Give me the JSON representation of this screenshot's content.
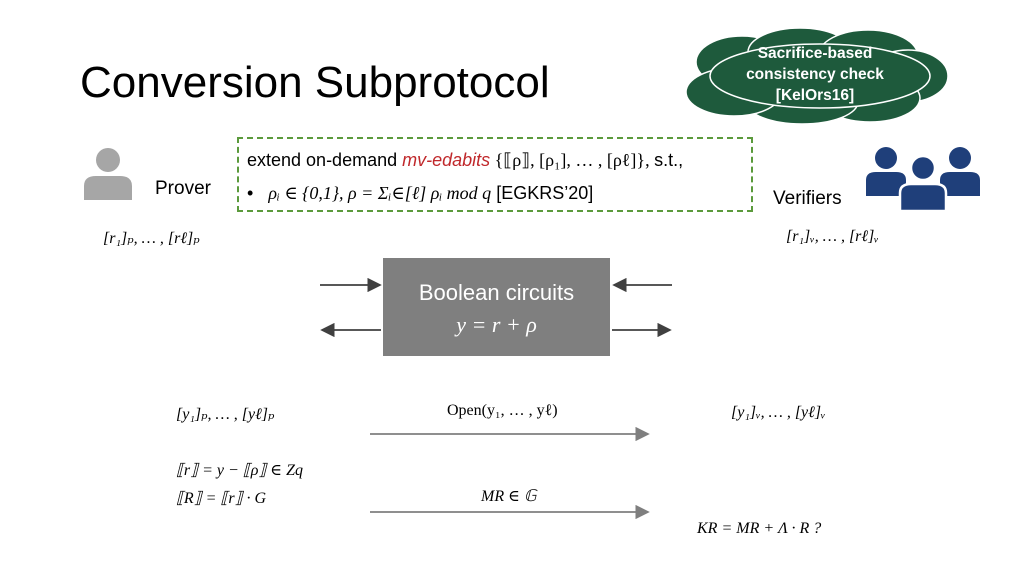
{
  "title": "Conversion Subprotocol",
  "cloud": {
    "line1": "Sacrifice-based",
    "line2": "consistency check",
    "line3": "[KelOrs16]",
    "color": "#1e5a3c"
  },
  "prover": {
    "label": "Prover",
    "icon": "person-icon",
    "shares": "[r₁]ₚ, … , [rℓ]ₚ",
    "y_shares": "[y₁]ₚ, … , [yℓ]ₚ",
    "r_eq": "⟦r⟧ = y − ⟦ρ⟧ ∈ Zq",
    "R_eq": "⟦R⟧ = ⟦r⟧ · G"
  },
  "verifiers": {
    "label": "Verifiers",
    "icon": "group-icon",
    "shares": "[r₁]ᵥ, … , [rℓ]ᵥ",
    "y_shares": "[y₁]ᵥ, … , [yℓ]ᵥ",
    "kr_eq": "KR = MR + Λ · R ?",
    "color": "#1f3f7a"
  },
  "extend": {
    "prefix": "extend on-demand ",
    "highlight": "mv-edabits",
    "set": " {⟦ρ⟧, [ρ₁], … , [ρℓ]}, ",
    "suffix": "s.t.,",
    "bullet": "•",
    "condition": "ρᵢ ∈ {0,1}, ρ = Σᵢ∈[ℓ] ρᵢ  mod q",
    "cite": " [EGKRS’20]",
    "border_color": "#5b9a3c",
    "highlight_color": "#c0282b"
  },
  "circuit": {
    "label": "Boolean circuits",
    "equation": "y = r + ρ",
    "color": "#7f7f7f"
  },
  "messages": {
    "open": "Open(y₁, … , yℓ)",
    "mr": "MR ∈ 𝔾"
  }
}
